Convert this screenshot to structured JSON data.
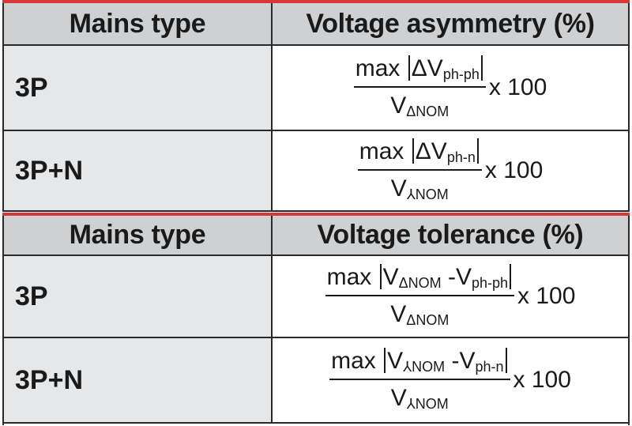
{
  "table_asymmetry": {
    "header": {
      "col1": "Mains type",
      "col2": "Voltage asymmetry (%)"
    },
    "rows": [
      {
        "mains": "3P",
        "num_prefix": "max ",
        "num_symbol": "ΔV",
        "num_sub": "ph-ph",
        "den_symbol": "V",
        "den_sub": "ΔNOM",
        "multiplier": "x 100"
      },
      {
        "mains": "3P+N",
        "num_prefix": "max ",
        "num_symbol": "ΔV",
        "num_sub": "ph-n",
        "den_symbol": "V",
        "den_sub": "⅄NOM",
        "multiplier": "x 100"
      }
    ]
  },
  "table_tolerance": {
    "header": {
      "col1": "Mains type",
      "col2": "Voltage tolerance (%)"
    },
    "rows": [
      {
        "mains": "3P",
        "num_prefix": "max ",
        "num_a_symbol": "V",
        "num_a_sub": "ΔNOM",
        "num_minus": " -V",
        "num_b_sub": "ph-ph",
        "den_symbol": "V",
        "den_sub": "ΔNOM",
        "multiplier": "x 100"
      },
      {
        "mains": "3P+N",
        "num_prefix": "max ",
        "num_a_symbol": "V",
        "num_a_sub": "⅄NOM",
        "num_minus": " -V",
        "num_b_sub": "ph-n",
        "den_symbol": "V",
        "den_sub": "⅄NOM",
        "multiplier": "x 100"
      }
    ]
  },
  "colors": {
    "accent_red": "#d7393b",
    "header_gray": "#cfd0d2",
    "label_gray": "#e6e7e8",
    "border": "#2a2a2a"
  }
}
